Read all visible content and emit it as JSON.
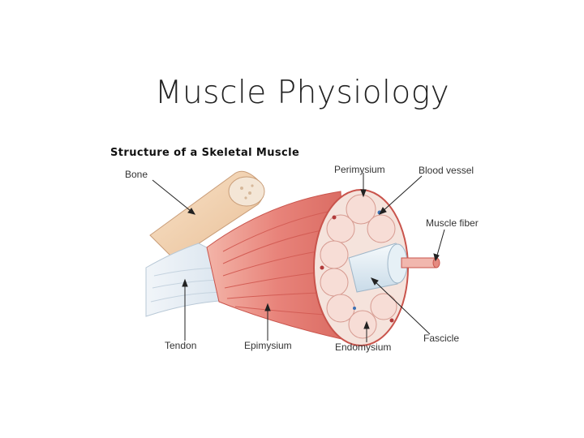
{
  "slide": {
    "title": "Muscle Physiology"
  },
  "figure": {
    "title": "Structure of a Skeletal Muscle",
    "labels": {
      "bone": "Bone",
      "perimysium": "Perimysium",
      "blood_vessel": "Blood vessel",
      "muscle_fiber": "Muscle fiber",
      "tendon": "Tendon",
      "epimysium": "Epimysium",
      "endomysium": "Endomysium",
      "fascicle": "Fascicle"
    }
  },
  "colors": {
    "muscle": "#e8837a",
    "muscle_dark": "#c9544c",
    "bone": "#f3d3b3",
    "tendon": "#e4ecf4",
    "fascicle_fill": "#f7ddd6",
    "sheath": "#eef4f8"
  }
}
